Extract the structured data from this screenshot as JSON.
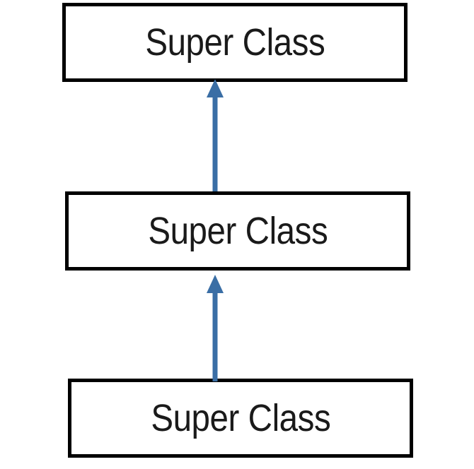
{
  "diagram": {
    "boxes": [
      {
        "label": "Super Class"
      },
      {
        "label": "Super Class"
      },
      {
        "label": "Super Class"
      }
    ],
    "arrow_color": "#3a6ea5",
    "border_color": "#000000"
  }
}
